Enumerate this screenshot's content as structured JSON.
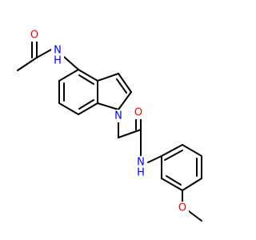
{
  "molecule": {
    "atoms": [
      {
        "id": "O_acetyl",
        "label": "O",
        "color": "#ff0000"
      },
      {
        "id": "N_amide1",
        "label": "N",
        "sub": "H",
        "color": "#0000ff"
      },
      {
        "id": "N_indole",
        "label": "N",
        "color": "#0000ff"
      },
      {
        "id": "O_amide2",
        "label": "O",
        "color": "#ff0000"
      },
      {
        "id": "N_amide2",
        "label": "N",
        "sub": "H",
        "color": "#0000ff"
      },
      {
        "id": "O_methoxy",
        "label": "O",
        "color": "#ff0000"
      }
    ]
  },
  "colors": {
    "bond": "#000000",
    "oxygen": "#ff0000",
    "nitrogen": "#0000ff",
    "background": "#ffffff"
  }
}
